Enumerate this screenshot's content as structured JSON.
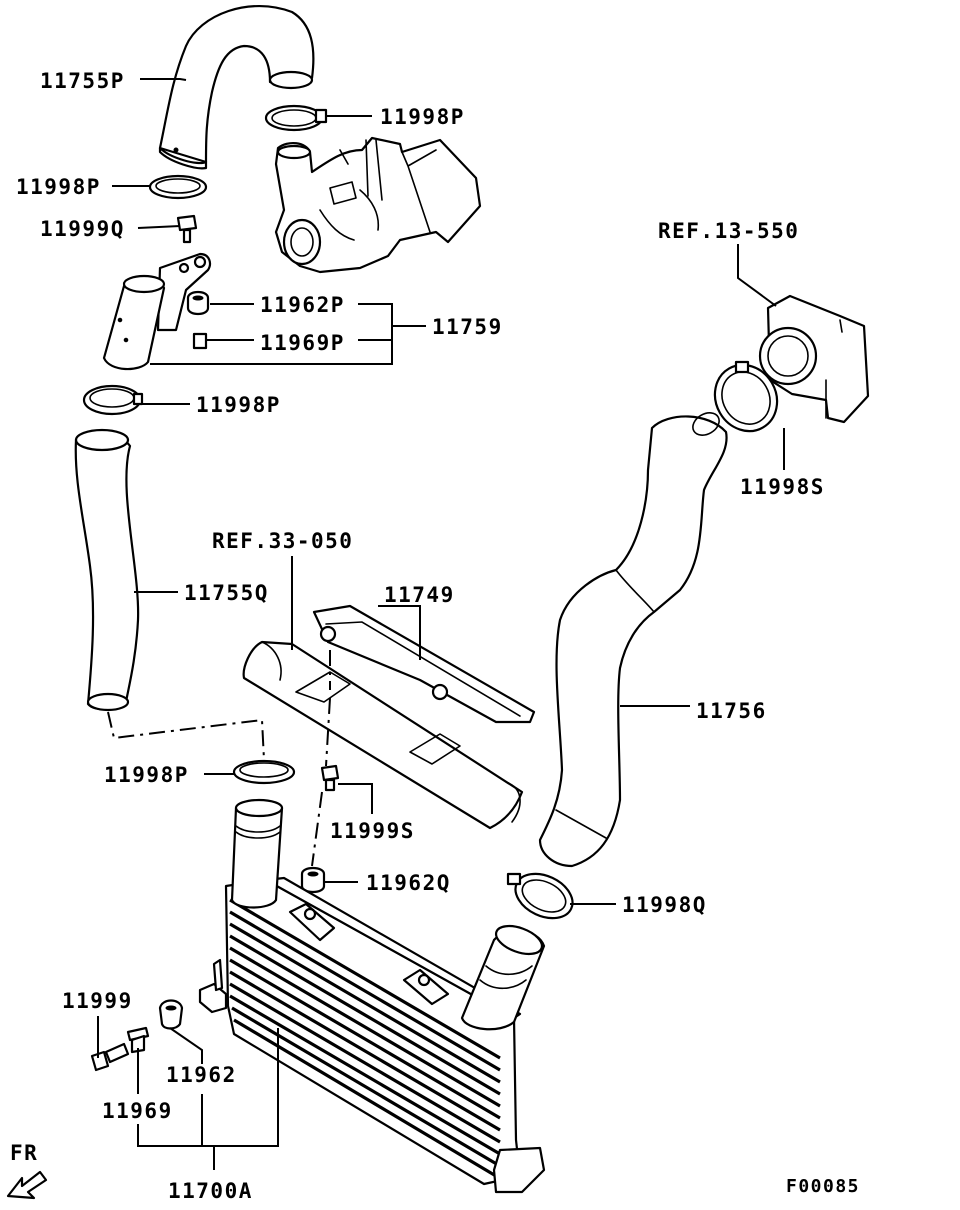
{
  "labels": {
    "pipe_upper": "11755P",
    "clamp_upper_right": "11998P",
    "clamp_upper_left": "11998P",
    "bolt_upper": "11999Q",
    "grommet_upper": "11962P",
    "collar_upper": "11969P",
    "bracket_assembly": "11759",
    "clamp_mid_left": "11998P",
    "ref_air_cleaner": "REF.13-550",
    "clamp_right": "11998S",
    "ref_crossmember": "REF.33-050",
    "heat_shield": "11749",
    "hose_left": "11755Q",
    "hose_right": "11756",
    "clamp_lower_left": "11998P",
    "bolt_lower": "11999S",
    "grommet_lower": "11962Q",
    "clamp_lower_right": "11998Q",
    "bolt_intercooler": "11999",
    "grommet_intercooler": "11962",
    "collar_intercooler": "11969",
    "intercooler_assembly": "11700A",
    "direction": "FR",
    "figure_code": "F00085"
  },
  "icons": {
    "direction_arrow": "front-direction-arrow-icon"
  }
}
